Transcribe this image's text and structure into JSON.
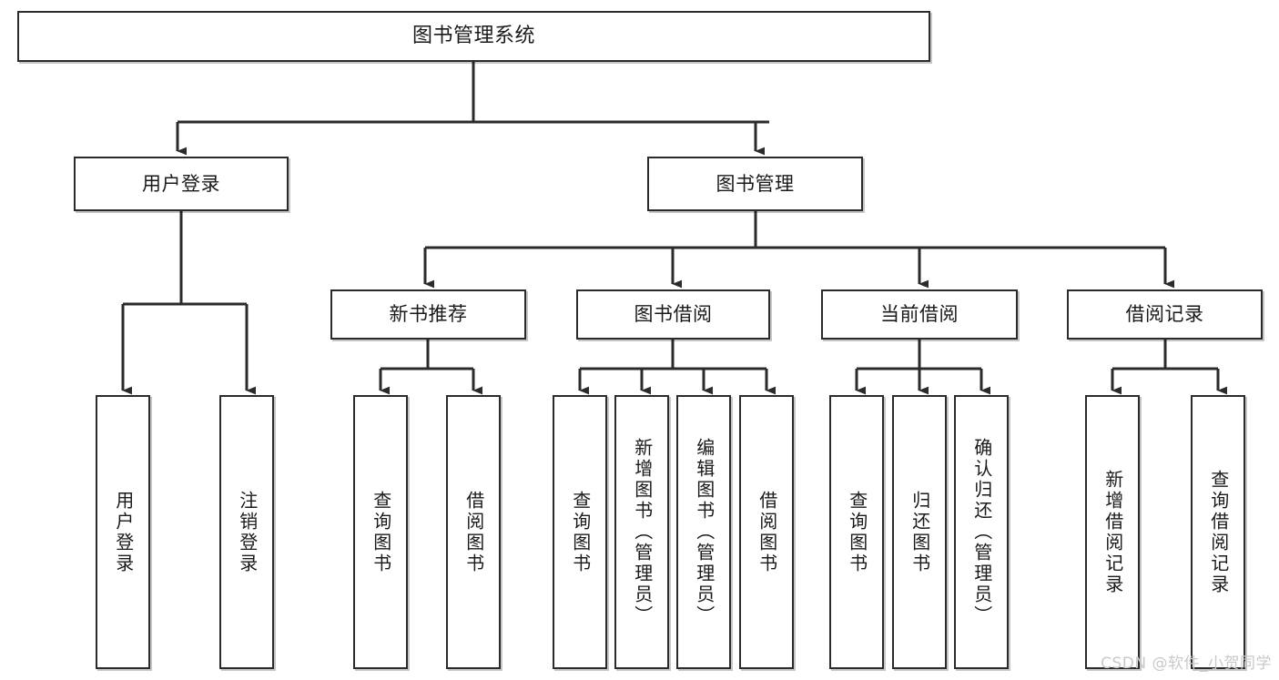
{
  "diagram": {
    "type": "tree-hierarchy-chart",
    "title": "图书管理系统",
    "orientation": "top-down",
    "line_color": "#2b2b2b",
    "box_fill": "#ffffff",
    "text_color": "#1a1a1a"
  },
  "nodes": {
    "root": {
      "label": "图书管理系统",
      "level": 0
    },
    "level2": [
      {
        "id": "user-login",
        "label": "用户登录",
        "level": 1
      },
      {
        "id": "book-manage",
        "label": "图书管理",
        "level": 1
      }
    ],
    "level3": [
      {
        "id": "new-book-recommend",
        "label": "新书推荐",
        "level": 2
      },
      {
        "id": "book-borrow",
        "label": "图书借阅",
        "level": 2
      },
      {
        "id": "current-borrow",
        "label": "当前借阅",
        "level": 2
      },
      {
        "id": "borrow-record",
        "label": "借阅记录",
        "level": 2
      }
    ],
    "leaves": [
      {
        "id": "leaf-user-login",
        "label": "用户登录",
        "parent": "user-login"
      },
      {
        "id": "leaf-user-logout",
        "label": "注销登录",
        "parent": "user-login"
      },
      {
        "id": "leaf-query-book-1",
        "label": "查询图书",
        "parent": "new-book-recommend"
      },
      {
        "id": "leaf-borrow-book-1",
        "label": "借阅图书",
        "parent": "new-book-recommend"
      },
      {
        "id": "leaf-query-book-2",
        "label": "查询图书",
        "parent": "book-borrow"
      },
      {
        "id": "leaf-add-book",
        "label": "新增图书（管理员）",
        "parent": "book-borrow"
      },
      {
        "id": "leaf-edit-book",
        "label": "编辑图书（管理员）",
        "parent": "book-borrow"
      },
      {
        "id": "leaf-borrow-book-2",
        "label": "借阅图书",
        "parent": "book-borrow"
      },
      {
        "id": "leaf-query-book-3",
        "label": "查询图书",
        "parent": "current-borrow"
      },
      {
        "id": "leaf-return-book",
        "label": "归还图书",
        "parent": "current-borrow"
      },
      {
        "id": "leaf-confirm-return",
        "label": "确认归还（管理员）",
        "parent": "current-borrow"
      },
      {
        "id": "leaf-add-record",
        "label": "新增借阅记录",
        "parent": "borrow-record"
      },
      {
        "id": "leaf-query-record",
        "label": "查询借阅记录",
        "parent": "borrow-record"
      }
    ]
  },
  "watermark": {
    "text": "CSDN @软件_小贺同学"
  }
}
